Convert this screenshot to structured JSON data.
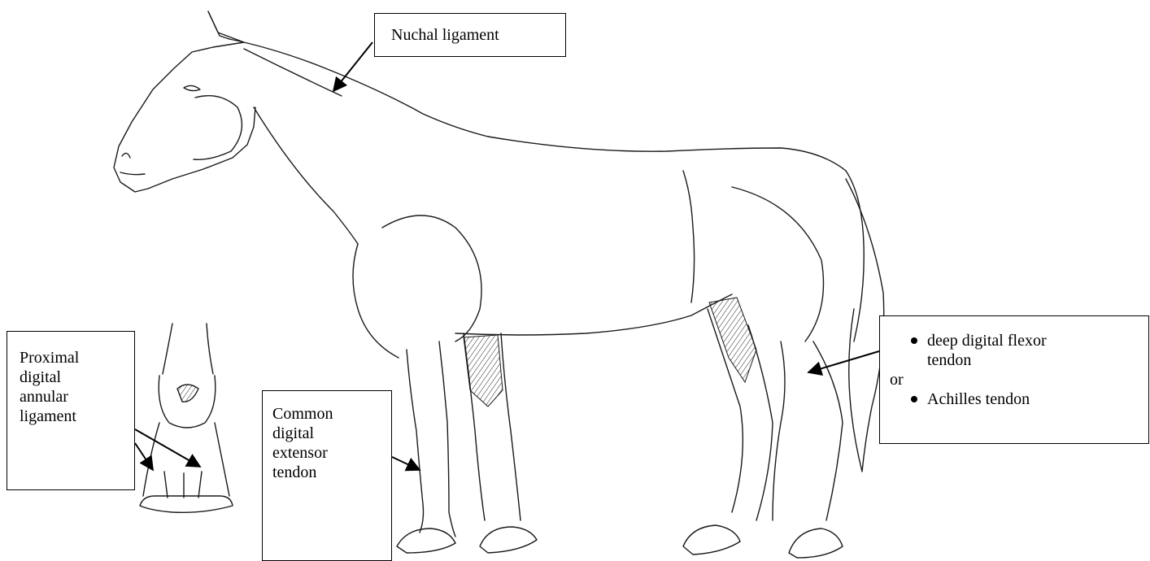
{
  "labels": {
    "nuchal": "Nuchal ligament",
    "proximal": [
      "Proximal",
      "digital",
      "annular",
      "ligament"
    ],
    "common": [
      "Common",
      "digital",
      "extensor",
      "tendon"
    ],
    "deep": {
      "option1": [
        "deep digital flexor",
        "tendon"
      ],
      "or": "or",
      "option2": "Achilles tendon"
    }
  },
  "colors": {
    "line": "#1a1a1a",
    "box_border": "#000000"
  }
}
